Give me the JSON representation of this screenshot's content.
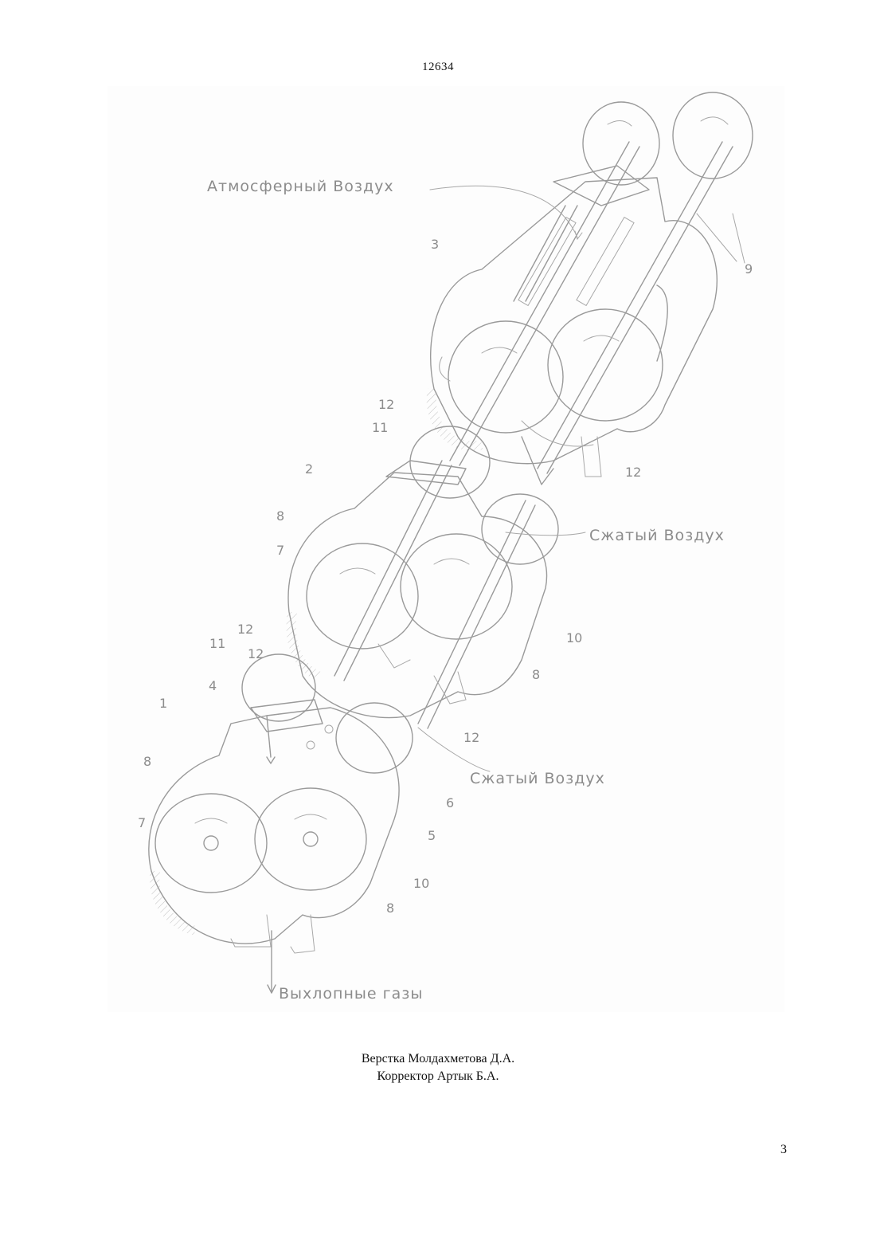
{
  "document": {
    "number": "12634",
    "page_number": "3"
  },
  "figure": {
    "labels": {
      "atmospheric_air": "Атмосферный Воздух",
      "compressed_air_upper": "Сжатый Воздух",
      "compressed_air_lower": "Сжатый Воздух",
      "exhaust_gases": "Выхлопные газы"
    },
    "reference_numerals": [
      "1",
      "2",
      "3",
      "4",
      "5",
      "6",
      "7",
      "7",
      "8",
      "8",
      "8",
      "8",
      "9",
      "10",
      "10",
      "11",
      "11",
      "12",
      "12",
      "12",
      "12",
      "12"
    ]
  },
  "credits": {
    "layout": "Верстка Молдахметова Д.А.",
    "corrector": "Корректор Артык Б.А."
  }
}
